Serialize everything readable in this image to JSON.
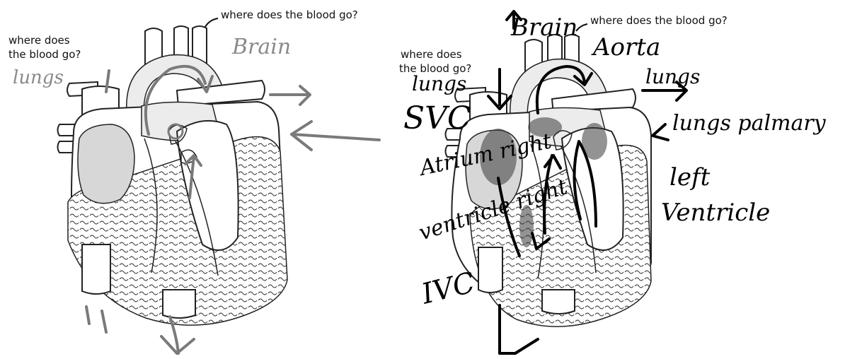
{
  "left_diagram": {
    "prompt_top": "where does the blood go?",
    "prompt_left_line1": "where does",
    "prompt_left_line2": "the blood go?",
    "answer_lungs": "lungs",
    "answer_brain": "Brain"
  },
  "right_diagram": {
    "prompt_top": "where does the blood go?",
    "prompt_left_line1": "where does",
    "prompt_left_line2": "the blood go?",
    "label_brain": "Brain",
    "label_aorta": "Aorta",
    "label_lungs_left": "lungs",
    "label_svc": "SVC",
    "label_lungs_right": "lungs",
    "label_lungs_palmary": "lungs palmary",
    "label_atrium_right": "Atrium right",
    "label_ventricle_right": "ventricle right",
    "label_ivc": "IVC",
    "label_left_ventricle": "left Ventricle"
  }
}
